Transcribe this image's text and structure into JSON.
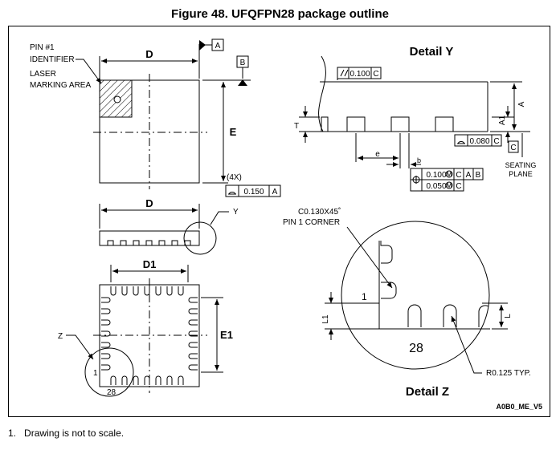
{
  "figure_title": "Figure 48. UFQFPN28 package outline",
  "top_view": {
    "pin1_label_lines": [
      "PIN #1",
      "IDENTIFIER",
      "LASER",
      "MARKING AREA"
    ],
    "dim_d": "D",
    "dim_e": "E",
    "datum_a": "A",
    "datum_b": "B",
    "count_4x": "(4X)",
    "flatness_value": "0.150",
    "flatness_ref": "A"
  },
  "side_view": {
    "dim_d": "D",
    "detail_ref": "Y"
  },
  "bottom_view": {
    "dim_d1": "D1",
    "dim_e1": "E1",
    "detail_ref": "Z",
    "pin_1": "1",
    "pin_28": "28"
  },
  "detail_y": {
    "title": "Detail Y",
    "parallelism_value": "0.100",
    "parallelism_ref": "C",
    "dim_t": "T",
    "dim_a1": "A1",
    "dim_a": "A",
    "coplanarity_value": "0.080",
    "coplanarity_ref": "C",
    "datum_c": "C",
    "seating_plane_lines": [
      "SEATING",
      "PLANE"
    ],
    "dim_e": "e",
    "dim_b": "b",
    "pos_tol_1": "0.100",
    "pos_tol_1_refs": [
      "C",
      "A",
      "B"
    ],
    "pos_tol_2": "0.050",
    "pos_tol_2_refs": [
      "C"
    ],
    "mmc_symbol": "M"
  },
  "detail_z": {
    "title": "Detail Z",
    "chamfer_label": "C0.130X45˚",
    "pin1_corner_label": "PIN 1 CORNER",
    "pin_1": "1",
    "pin_28": "28",
    "dim_l1": "L1",
    "dim_l": "L",
    "radius_label": "R0.125 TYP."
  },
  "drawing_code": "A0B0_ME_V5",
  "footnote_number": "1.",
  "footnote_text": "Drawing is not to scale."
}
